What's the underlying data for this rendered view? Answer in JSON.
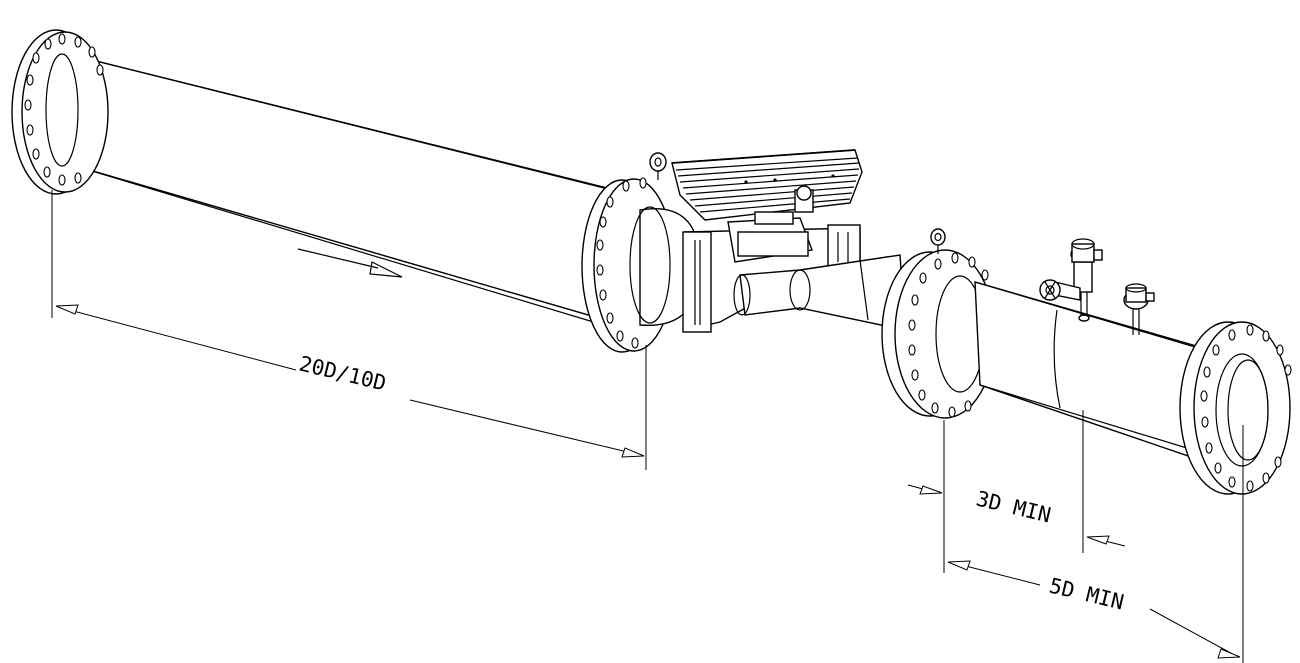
{
  "diagram": {
    "labels": {
      "upstream_length": "20D/10D",
      "sensor_spacing": "3D MIN",
      "downstream_length": "5D MIN"
    },
    "components": [
      "inlet-flange",
      "upstream-pipe",
      "meter-body",
      "meter-electronics",
      "reducer",
      "downstream-pipe",
      "pressure-transmitter",
      "temperature-transmitter",
      "outlet-flange"
    ],
    "colors": {
      "line": "#000000",
      "background": "#ffffff"
    }
  }
}
